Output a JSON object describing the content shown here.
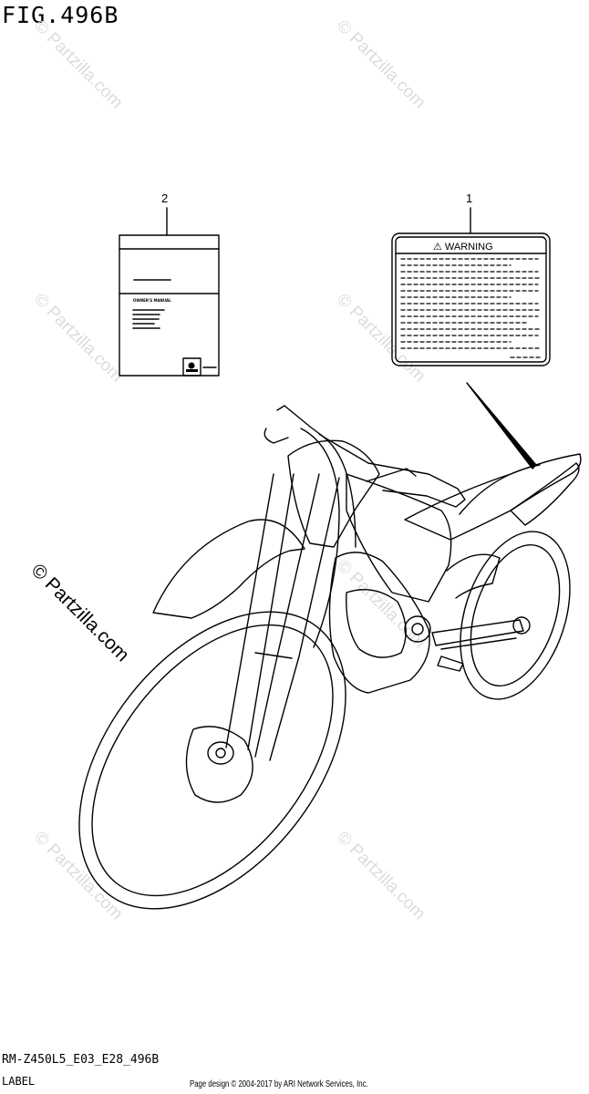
{
  "figure": {
    "title": "FIG.496B",
    "model_code": "RM-Z450L5_E03_E28_496B",
    "section": "LABEL",
    "copyright": "Page design © 2004-2017 by ARI Network Services, Inc."
  },
  "watermarks": {
    "text": "© Partzilla.com",
    "featured": "© Partzilla.com"
  },
  "parts": [
    {
      "callout": "1",
      "label_text": "⚠ WARNING"
    },
    {
      "callout": "2",
      "label_text": "OWNER'S MANUAL"
    }
  ]
}
